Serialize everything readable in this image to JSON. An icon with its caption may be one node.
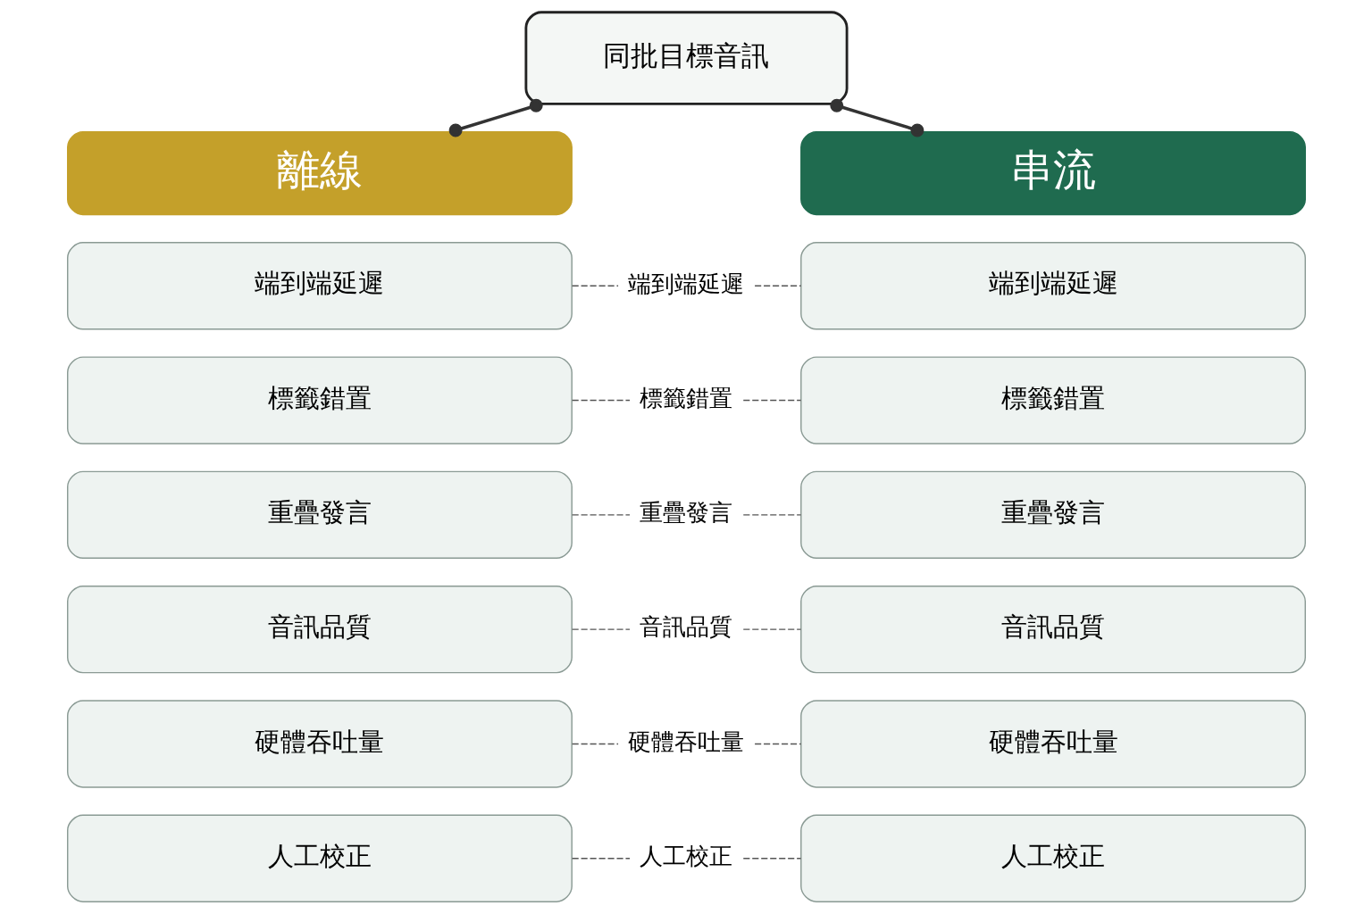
{
  "diagram": {
    "nodes": [
      {
        "text": [
          "同批目標音訊"
        ]
      },
      {
        "text": [
          "離線"
        ]
      },
      {
        "text": [
          "串流"
        ]
      },
      {
        "text": [
          "端到端延遲"
        ]
      },
      {
        "text": [
          "標籤錯置"
        ]
      },
      {
        "text": [
          "重疊發言"
        ]
      },
      {
        "text": [
          "音訊品質"
        ]
      },
      {
        "text": [
          "硬體吞吐量"
        ]
      },
      {
        "text": [
          "人工校正"
        ]
      },
      {
        "text": [
          "端到端延遲"
        ]
      },
      {
        "text": [
          "標籤錯置"
        ]
      },
      {
        "text": [
          "重疊發言"
        ]
      },
      {
        "text": [
          "音訊品質"
        ]
      },
      {
        "text": [
          "硬體吞吐量"
        ]
      },
      {
        "text": [
          "人工校正"
        ]
      },
      {
        "text": [
          "端到端延遲"
        ]
      },
      {
        "text": [
          "標籤錯置"
        ]
      },
      {
        "text": [
          "重疊發言"
        ]
      },
      {
        "text": [
          "音訊品質"
        ]
      },
      {
        "text": [
          "硬體吞吐量"
        ]
      },
      {
        "text": [
          "人工校正"
        ]
      }
    ],
    "edges": [
      {
        "from": 0,
        "to": 1,
        "arrow": "other"
      },
      {
        "from": 0,
        "to": 2,
        "arrow": "other"
      },
      {
        "from": 3,
        "to": 9,
        "arrow": "none",
        "style": "dashed"
      },
      {
        "from": 9,
        "to": 15,
        "arrow": "none",
        "style": "dashed"
      },
      {
        "from": 4,
        "to": 10,
        "arrow": "none",
        "style": "dashed"
      },
      {
        "from": 10,
        "to": 16,
        "arrow": "none",
        "style": "dashed"
      },
      {
        "from": 5,
        "to": 11,
        "arrow": "none",
        "style": "dashed"
      },
      {
        "from": 11,
        "to": 17,
        "arrow": "none",
        "style": "dashed"
      },
      {
        "from": 6,
        "to": 12,
        "arrow": "none",
        "style": "dashed"
      },
      {
        "from": 12,
        "to": 18,
        "arrow": "none",
        "style": "dashed"
      },
      {
        "from": 7,
        "to": 13,
        "arrow": "none",
        "style": "dashed"
      },
      {
        "from": 13,
        "to": 19,
        "arrow": "none",
        "style": "dashed"
      },
      {
        "from": 8,
        "to": 14,
        "arrow": "none",
        "style": "dashed"
      },
      {
        "from": 14,
        "to": 20,
        "arrow": "none",
        "style": "dashed"
      }
    ]
  }
}
